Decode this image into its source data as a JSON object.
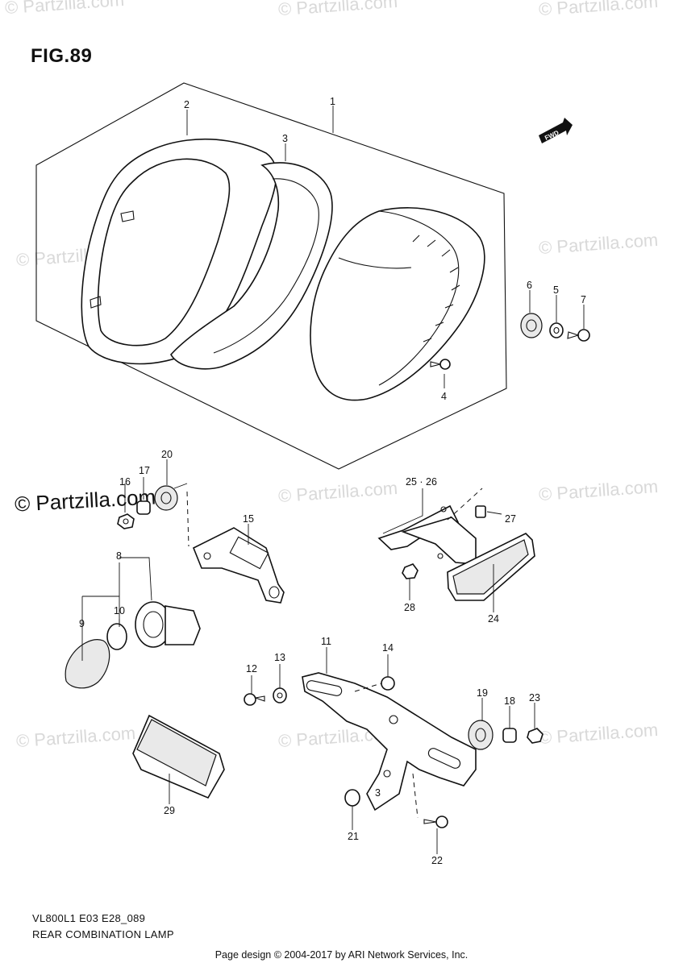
{
  "figure": {
    "title": "FIG.89"
  },
  "watermark": {
    "text": "© Partzilla.com"
  },
  "fwd_badge": {
    "label": "FWD"
  },
  "callouts": [
    {
      "id": "c1",
      "label": "1"
    },
    {
      "id": "c2",
      "label": "2"
    },
    {
      "id": "c3",
      "label": "3"
    },
    {
      "id": "c4",
      "label": "4"
    },
    {
      "id": "c5",
      "label": "5"
    },
    {
      "id": "c6",
      "label": "6"
    },
    {
      "id": "c7",
      "label": "7"
    },
    {
      "id": "c8",
      "label": "8"
    },
    {
      "id": "c9",
      "label": "9"
    },
    {
      "id": "c10",
      "label": "10"
    },
    {
      "id": "c11",
      "label": "11"
    },
    {
      "id": "c12",
      "label": "12"
    },
    {
      "id": "c13",
      "label": "13"
    },
    {
      "id": "c14",
      "label": "14"
    },
    {
      "id": "c15",
      "label": "15"
    },
    {
      "id": "c16",
      "label": "16"
    },
    {
      "id": "c17",
      "label": "17"
    },
    {
      "id": "c18",
      "label": "18"
    },
    {
      "id": "c19",
      "label": "19"
    },
    {
      "id": "c20",
      "label": "20"
    },
    {
      "id": "c21",
      "label": "21"
    },
    {
      "id": "c22",
      "label": "22"
    },
    {
      "id": "c23",
      "label": "23"
    },
    {
      "id": "c24",
      "label": "24"
    },
    {
      "id": "c2526",
      "label": "25 · 26"
    },
    {
      "id": "c27",
      "label": "27"
    },
    {
      "id": "c28",
      "label": "28"
    },
    {
      "id": "c29",
      "label": "29"
    }
  ],
  "captions": {
    "model_code": "VL800L1 E03 E28_089",
    "part_name": "REAR COMBINATION LAMP"
  },
  "footer": {
    "text": "Page design © 2004-2017 by ARI Network Services, Inc."
  }
}
